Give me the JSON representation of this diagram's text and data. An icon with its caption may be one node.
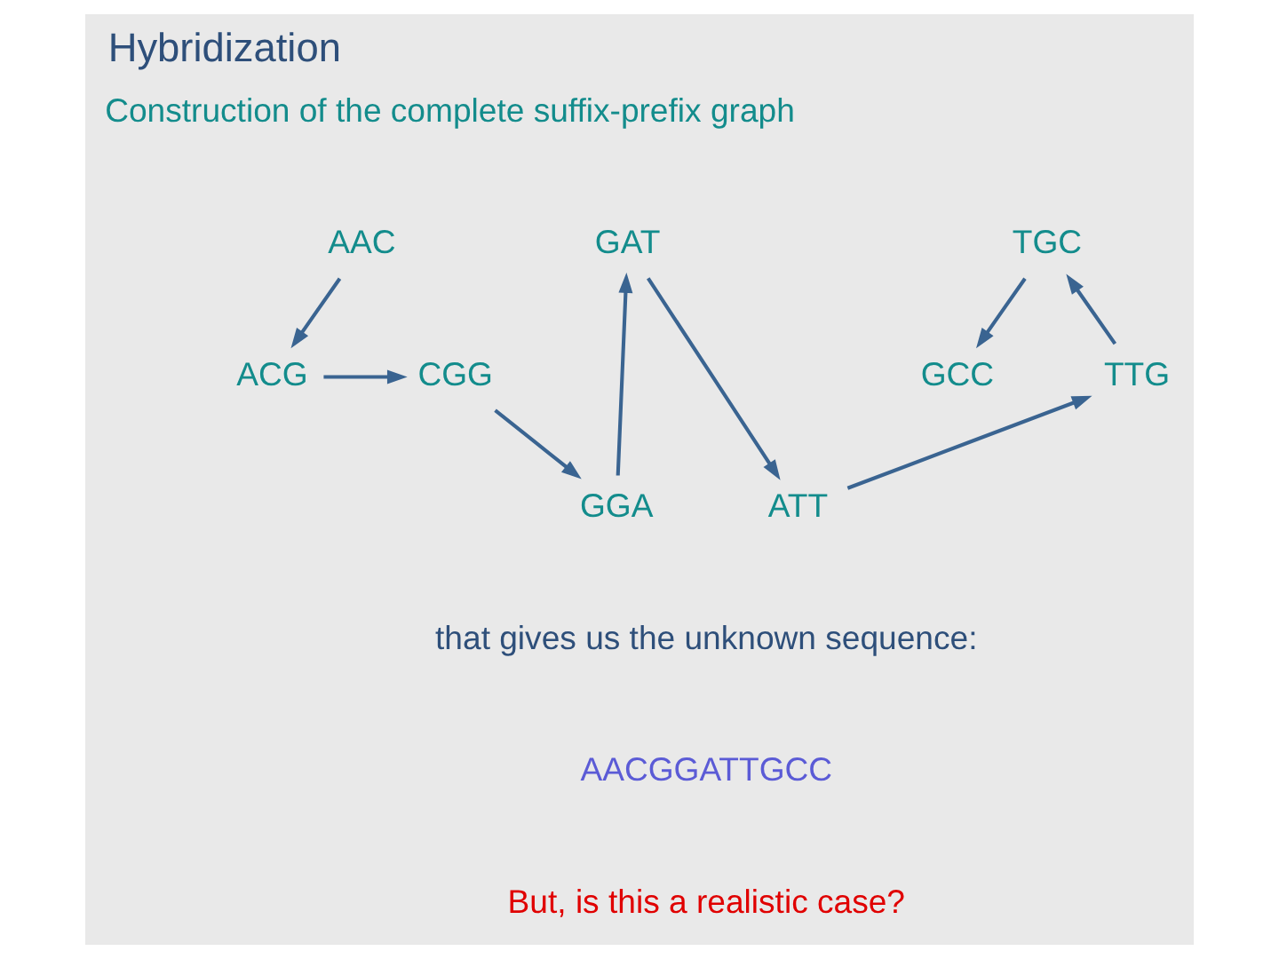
{
  "diagram": {
    "title": "Hybridization",
    "nodes": [
      {
        "text": [
          "AAC"
        ]
      },
      {
        "text": [
          "ACG"
        ]
      },
      {
        "text": [
          "CGG"
        ]
      },
      {
        "text": [
          "GGA"
        ]
      },
      {
        "text": [
          "GAT"
        ]
      },
      {
        "text": [
          "GCC"
        ]
      },
      {
        "text": [
          "TGC"
        ]
      },
      {
        "text": [
          "TTG"
        ]
      },
      {
        "text": [
          "ATT"
        ]
      }
    ],
    "edges": [
      {
        "from": 0,
        "to": 1,
        "arrow": "to"
      },
      {
        "from": 1,
        "to": 2,
        "arrow": "to"
      },
      {
        "from": 2,
        "to": 3,
        "arrow": "to"
      },
      {
        "from": 3,
        "to": 4,
        "arrow": "to"
      },
      {
        "from": 4,
        "to": 8,
        "arrow": "to"
      },
      {
        "from": 8,
        "to": 7,
        "arrow": "to"
      },
      {
        "from": 7,
        "to": 6,
        "arrow": "to"
      },
      {
        "from": 6,
        "to": 5,
        "arrow": "to"
      }
    ],
    "labels": [
      "Construction of the complete suffix-prefix graph",
      "that gives us the unknown sequence:",
      "AACGGATTGCC",
      "But, is this a realistic case?"
    ]
  }
}
